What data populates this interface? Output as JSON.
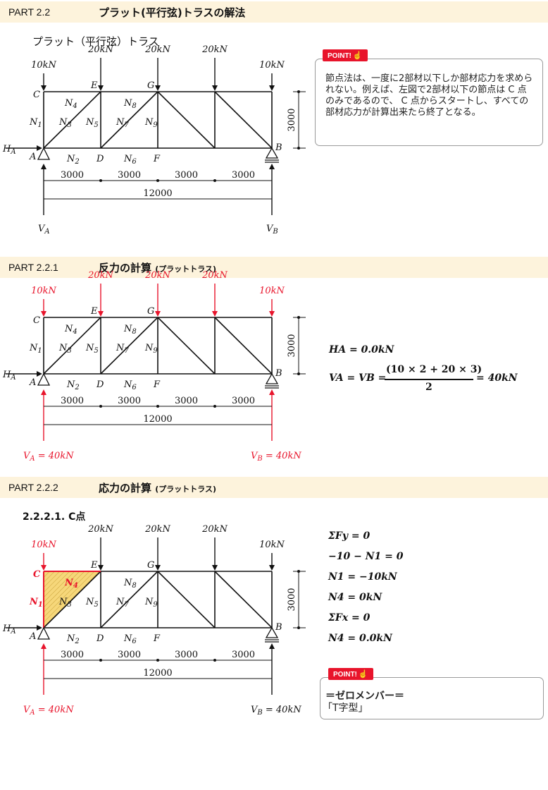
{
  "sections": [
    {
      "part": "PART 2.2",
      "title": "プラット(平行弦)トラスの解法",
      "sub": ""
    },
    {
      "part": "PART 2.2.1",
      "title": "反力の計算",
      "sub": "(プラットトラス)"
    },
    {
      "part": "PART 2.2.2",
      "title": "応力の計算",
      "sub": "(プラットトラス)"
    }
  ],
  "subtitle1": "プラット（平行弦）トラス",
  "subtitle3": "2.2.2.1. C点",
  "point1": {
    "badge": "POINT!",
    "text": "節点法は、一度に2部材以下しか部材応力を求められない。例えば、左図で2部材以下の節点は C 点のみであるので、 C 点からスタートし、すべての部材応力が計算出来たら終了となる。"
  },
  "point2": {
    "badge": "POINT!",
    "line1": "＝ゼロメンバー＝",
    "line2": "「T字型」"
  },
  "truss": {
    "loads": [
      "10kN",
      "20kN",
      "20kN",
      "20kN",
      "10kN"
    ],
    "spans": [
      "3000",
      "3000",
      "3000",
      "3000"
    ],
    "total": "12000",
    "height": "3000",
    "nodes": [
      "C",
      "E",
      "G",
      "A",
      "D",
      "F",
      "B"
    ],
    "members": [
      "N1",
      "N2",
      "N3",
      "N4",
      "N5",
      "N6",
      "N7",
      "N8",
      "N9"
    ],
    "ha": "HA",
    "va": "VA",
    "vb": "VB",
    "va_val": "VA = 40kN",
    "vb_val": "VB = 40kN"
  },
  "reaction": {
    "eq1": "HA = 0.0kN",
    "eq2_lhs": "VA = VB =",
    "eq2_num": "(10 × 2 + 20 × 3)",
    "eq2_den": "2",
    "eq2_rhs": "= 40kN"
  },
  "stress": [
    "ΣFy = 0",
    "−10 − N1 = 0",
    "N1 = −10kN",
    "N4 = 0kN",
    "ΣFx = 0",
    "N4 = 0.0kN"
  ],
  "colors": {
    "band": "#fdf3dc",
    "red": "#e8142b",
    "hatch": "#f6d77a"
  }
}
